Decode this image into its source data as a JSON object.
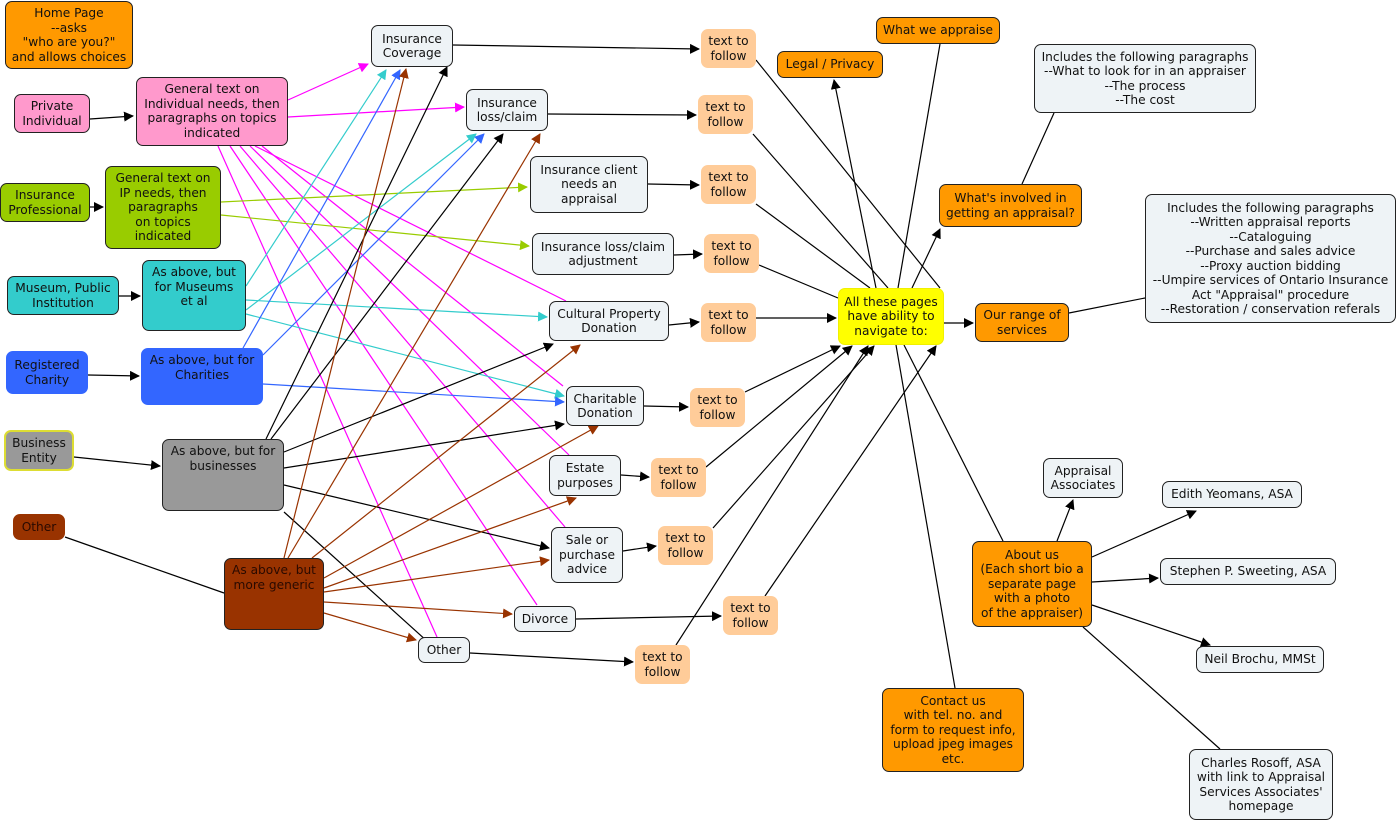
{
  "diagram": {
    "type": "concept-map",
    "nodes": {
      "home": "Home Page\n--asks\n\"who are you?\"\nand allows choices",
      "private_individual": "Private\nIndividual",
      "individual_text": "General text on\nIndividual needs, then\nparagraphs on topics\nindicated",
      "insurance_professional": "Insurance\nProfessional",
      "ip_text": "General text on\nIP needs, then\nparagraphs\non topics\nindicated",
      "museum": "Museum, Public\nInstitution",
      "museum_text": "As above, but\nfor Museums\net al",
      "charity": "Registered\nCharity",
      "charity_text": "As above, but for\nCharities",
      "business": "Business\nEntity",
      "business_text": "As above, but for\nbusinesses",
      "other_left": "Other",
      "generic_text": "As above, but\nmore generic",
      "insurance_coverage": "Insurance\nCoverage",
      "insurance_loss": "Insurance\nloss/claim",
      "insurance_client": "Insurance client\nneeds an\nappraisal",
      "insurance_adjust": "Insurance loss/claim\nadjustment",
      "cultural": "Cultural Property\nDonation",
      "charitable": "Charitable\nDonation",
      "estate": "Estate\npurposes",
      "sale": "Sale or\npurchase\nadvice",
      "divorce": "Divorce",
      "other_topic": "Other",
      "ttf": "text to\nfollow",
      "hub": "All these pages\nhave ability to\nnavigate to:",
      "legal": "Legal / Privacy",
      "what_we_appraise": "What we appraise",
      "whats_involved": "What's involved in\ngetting an appraisal?",
      "involved_note": "Includes the following paragraphs\n--What to look for in an appraiser\n--The process\n--The cost",
      "range": "Our range of\nservices",
      "range_note": "Includes the following paragraphs\n--Written appraisal reports\n--Cataloguing\n--Purchase and sales advice\n--Proxy auction bidding\n--Umpire services of Ontario Insurance\nAct \"Appraisal\" procedure\n--Restoration / conservation referals",
      "about": "About us\n(Each short bio a\nseparate page\nwith a photo\nof the appraiser)",
      "associates": "Appraisal\nAssociates",
      "edith": "Edith Yeomans, ASA",
      "stephen": "Stephen P. Sweeting, ASA",
      "neil": "Neil Brochu, MMSt",
      "charles": "Charles Rosoff, ASA\nwith link to Appraisal\nServices Associates'\nhomepage",
      "contact": "Contact us\nwith tel. no. and\nform to request info,\nupload jpeg images\netc."
    },
    "colors": {
      "orange": "#ff9900",
      "pink": "#ff99cc",
      "lime": "#99cc00",
      "teal": "#33cccc",
      "blue": "#3366ff",
      "gray": "#999999",
      "brown": "#993300",
      "peach": "#ffcc99",
      "yellow": "#ffff00",
      "light": "#eef3f6",
      "edge_black": "#000000",
      "edge_pink": "#ff00ff",
      "edge_lime": "#99cc00",
      "edge_teal": "#33cccc",
      "edge_blue": "#3366ff",
      "edge_brown": "#993300"
    }
  }
}
